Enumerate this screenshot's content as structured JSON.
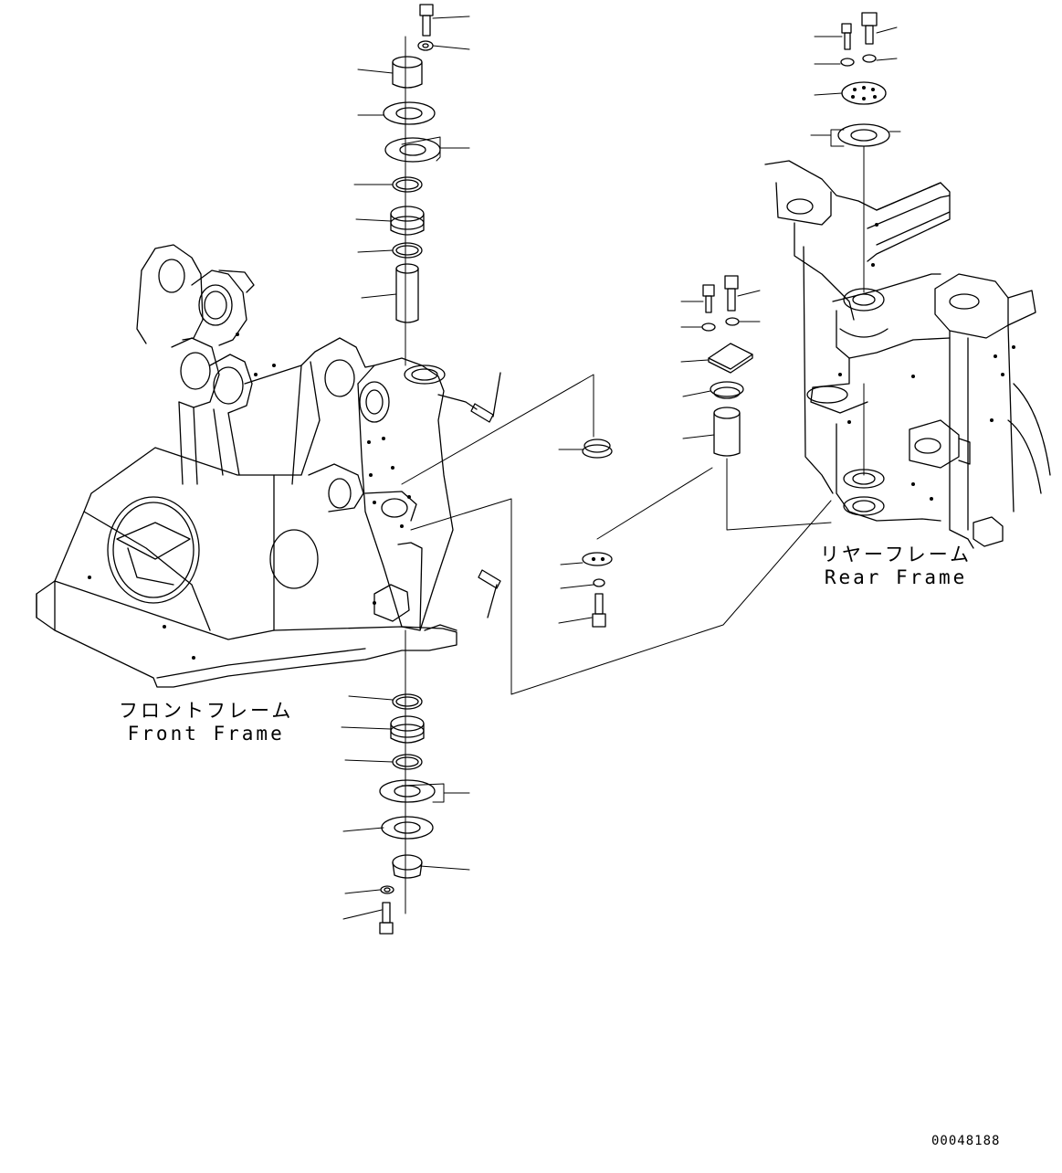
{
  "labels": {
    "front_frame_jp": "フロントフレーム",
    "front_frame_en": "Front Frame",
    "rear_frame_jp": "リヤーフレーム",
    "rear_frame_en": "Rear Frame"
  },
  "drawing_number": "00048188",
  "colors": {
    "line": "#000000",
    "background": "#ffffff"
  }
}
